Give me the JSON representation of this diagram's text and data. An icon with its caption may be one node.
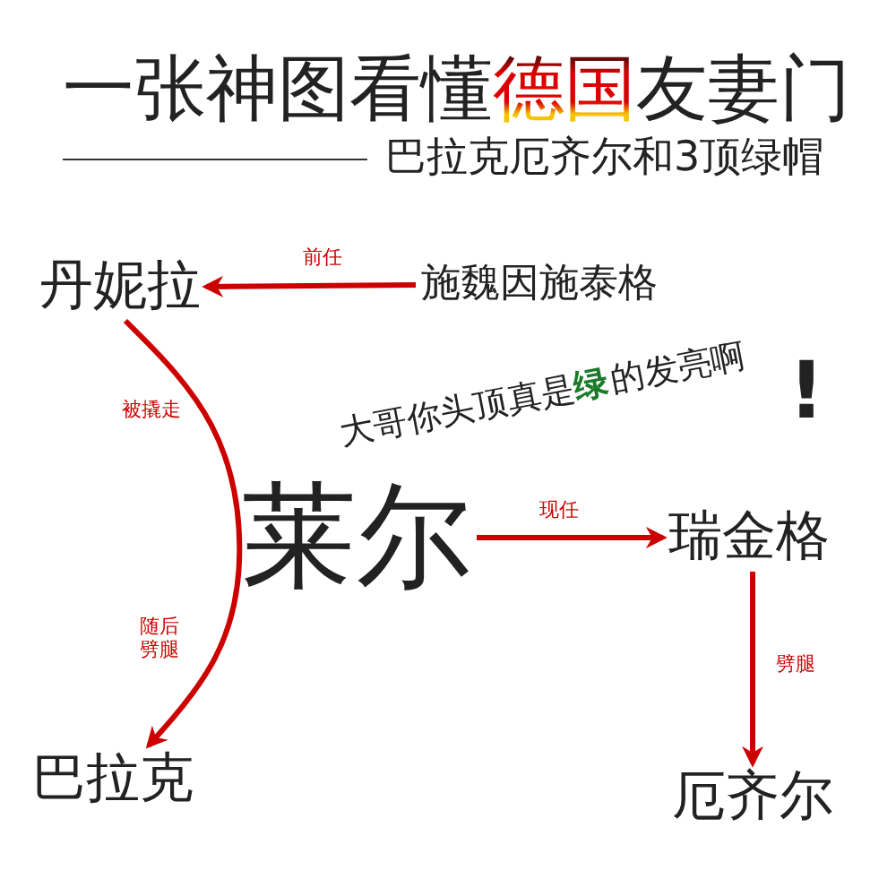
{
  "diagram": {
    "title": "一张神图看懂**德国**友妻门",
    "caption": "巴拉克厄齐尔和3顶绿帽",
    "nodes": [
      {
        "text": [
          "丹妮拉"
        ]
      },
      {
        "text": [
          "施魏因施泰格"
        ]
      },
      {
        "text": [
          "莱尔"
        ]
      },
      {
        "text": [
          "瑞金格"
        ]
      },
      {
        "text": [
          "巴拉克"
        ]
      },
      {
        "text": [
          "厄齐尔"
        ]
      }
    ],
    "edges": [
      {
        "from": 1,
        "to": 0,
        "arrow": "to",
        "label": "前任"
      },
      {
        "from": 0,
        "to": 4,
        "arrow": "to",
        "label": "被撬走"
      },
      {
        "from": 2,
        "to": 3,
        "arrow": "to",
        "label": "现任"
      },
      {
        "from": 3,
        "to": 5,
        "arrow": "to",
        "label": "劈腿"
      }
    ],
    "labels": [
      "大哥你头顶真是**绿**的发亮啊",
      "!",
      "随后劈腿"
    ]
  }
}
